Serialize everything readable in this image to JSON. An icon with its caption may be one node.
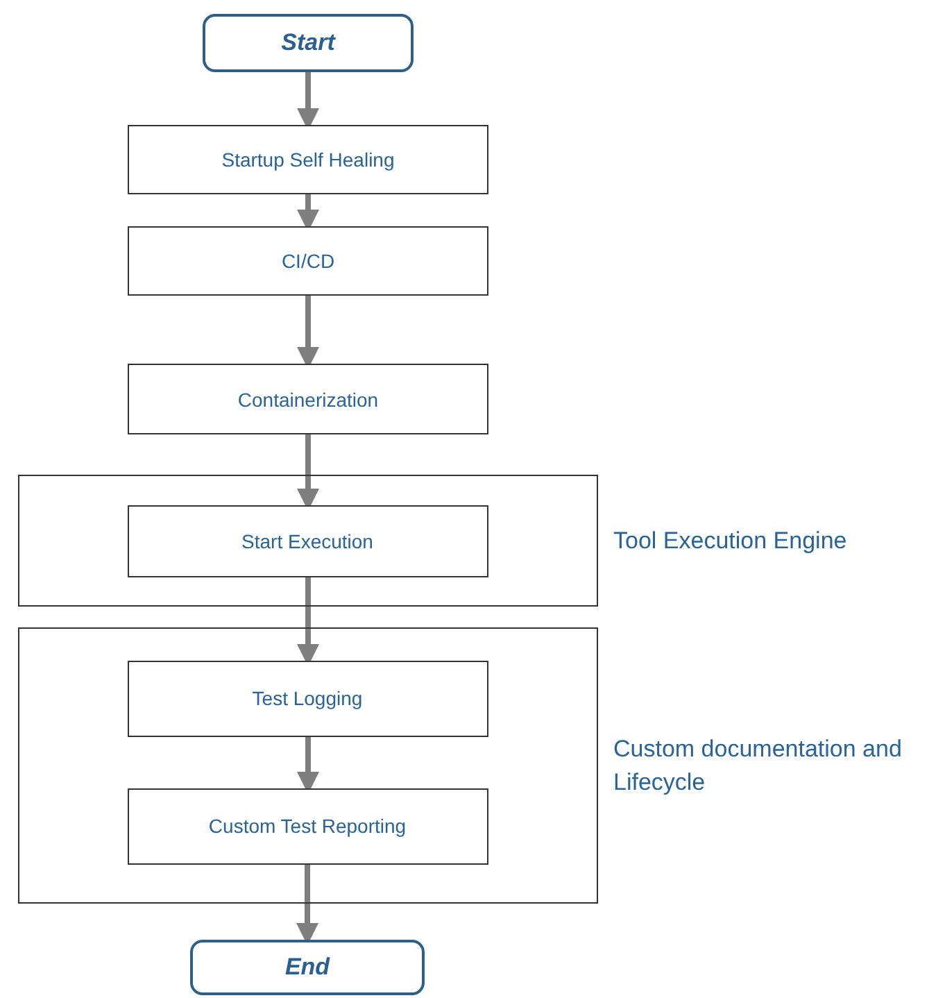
{
  "diagram": {
    "nodes": [
      {
        "text": [
          "Start"
        ]
      },
      {
        "text": [
          "Startup Self Healing"
        ]
      },
      {
        "text": [
          "CI/CD"
        ]
      },
      {
        "text": [
          "Containerization"
        ]
      },
      {
        "text": [
          "Tool Execution Engine"
        ]
      },
      {
        "text": [
          "Start Execution"
        ],
        "in": 4
      },
      {
        "text": [
          "Custom documentation and Lifecycle"
        ]
      },
      {
        "text": [
          "Test Logging"
        ],
        "in": 6
      },
      {
        "text": [
          "Custom Test Reporting"
        ],
        "in": 6
      },
      {
        "text": [
          "End"
        ]
      }
    ],
    "edges": [
      {
        "from": 0,
        "to": 1,
        "arrow": "to"
      },
      {
        "from": 1,
        "to": 2,
        "arrow": "to"
      },
      {
        "from": 2,
        "to": 3,
        "arrow": "to"
      },
      {
        "from": 3,
        "to": 5,
        "arrow": "to"
      },
      {
        "from": 5,
        "to": 7,
        "arrow": "to"
      },
      {
        "from": 7,
        "to": 8,
        "arrow": "to"
      },
      {
        "from": 8,
        "to": 9,
        "arrow": "to"
      }
    ]
  }
}
